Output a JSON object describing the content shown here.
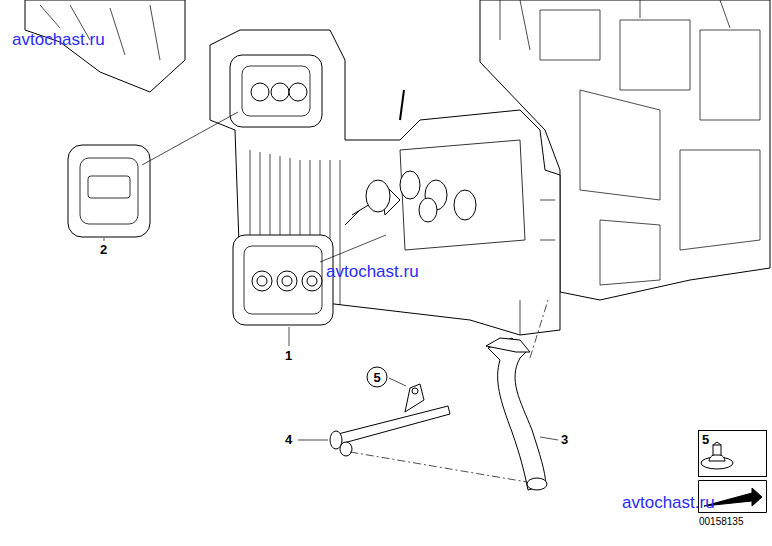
{
  "diagram": {
    "nodes": [
      {
        "text": [
          "5"
        ]
      },
      {
        "text": [
          "5"
        ]
      }
    ],
    "labels": [
      "avtochast.ru",
      "2",
      "avtochast.ru",
      "1",
      "4",
      "3",
      "avtochast.ru",
      "00158135"
    ]
  }
}
